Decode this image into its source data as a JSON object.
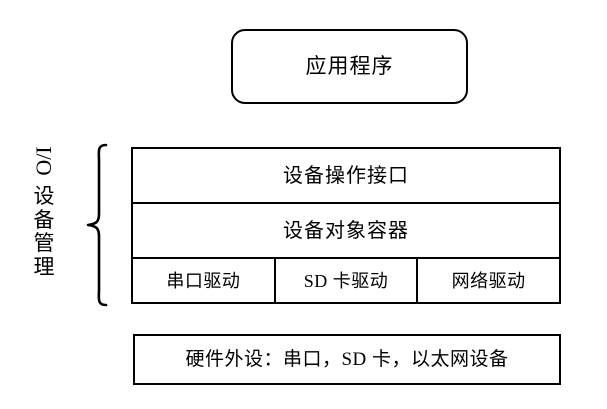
{
  "diagram": {
    "background_color": "#ffffff",
    "line_color": "#000000",
    "application": {
      "label": "应用程序"
    },
    "side_label": {
      "prefix": "I/O",
      "chars": [
        "设",
        "备",
        "管",
        "理"
      ],
      "full_text": "I/O 设备管理",
      "brace": "left-curly-brace"
    },
    "layers": [
      {
        "id": "device-operation-interface",
        "label": "设备操作接口"
      },
      {
        "id": "device-object-container",
        "label": "设备对象容器"
      }
    ],
    "drivers": [
      {
        "id": "serial-driver",
        "label": "串口驱动"
      },
      {
        "id": "sd-card-driver",
        "label": "SD 卡驱动"
      },
      {
        "id": "network-driver",
        "label": "网络驱动"
      }
    ],
    "hardware": {
      "label": "硬件外设：串口，SD 卡，以太网设备"
    }
  }
}
